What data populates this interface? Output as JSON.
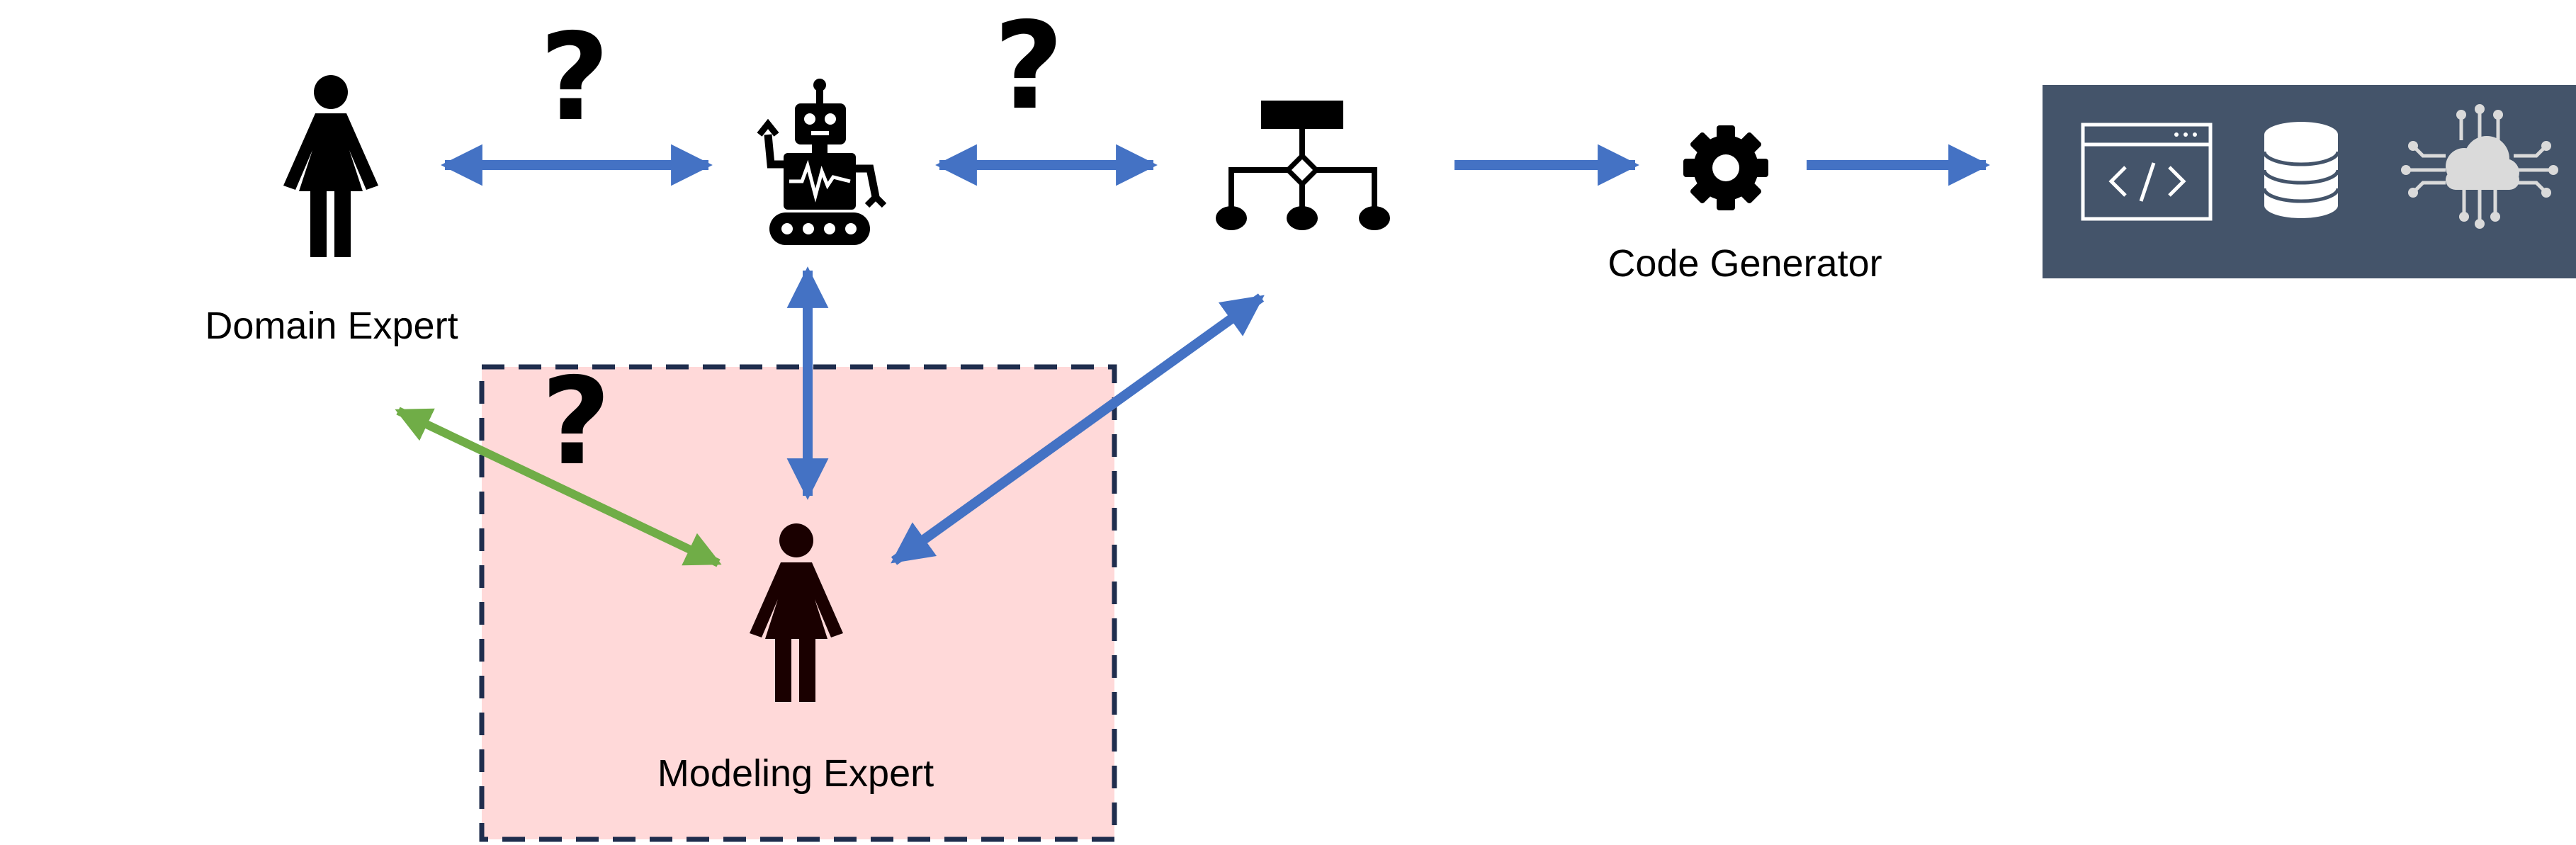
{
  "labels": {
    "domain_expert": "Domain Expert",
    "modeling_expert": "Modeling Expert",
    "code_generator": "Code Generator"
  },
  "question_marks": {
    "top_left": "?",
    "top_right": "?",
    "box": "?"
  },
  "colors": {
    "arrow_blue": "#4472C4",
    "arrow_green": "#70AD47",
    "box_fill": "#FFD9D9",
    "box_border": "#1F2D4D",
    "output_panel": "#44546A",
    "icon_light": "#FFFFFF",
    "cloud_light": "#DADADA"
  },
  "icons": {
    "domain_expert": "woman-icon",
    "robot": "robot-icon",
    "hierarchy": "hierarchy-diagram-icon",
    "generator": "gear-icon",
    "outputs": [
      "code-window-icon",
      "database-icon",
      "cloud-network-icon"
    ]
  }
}
